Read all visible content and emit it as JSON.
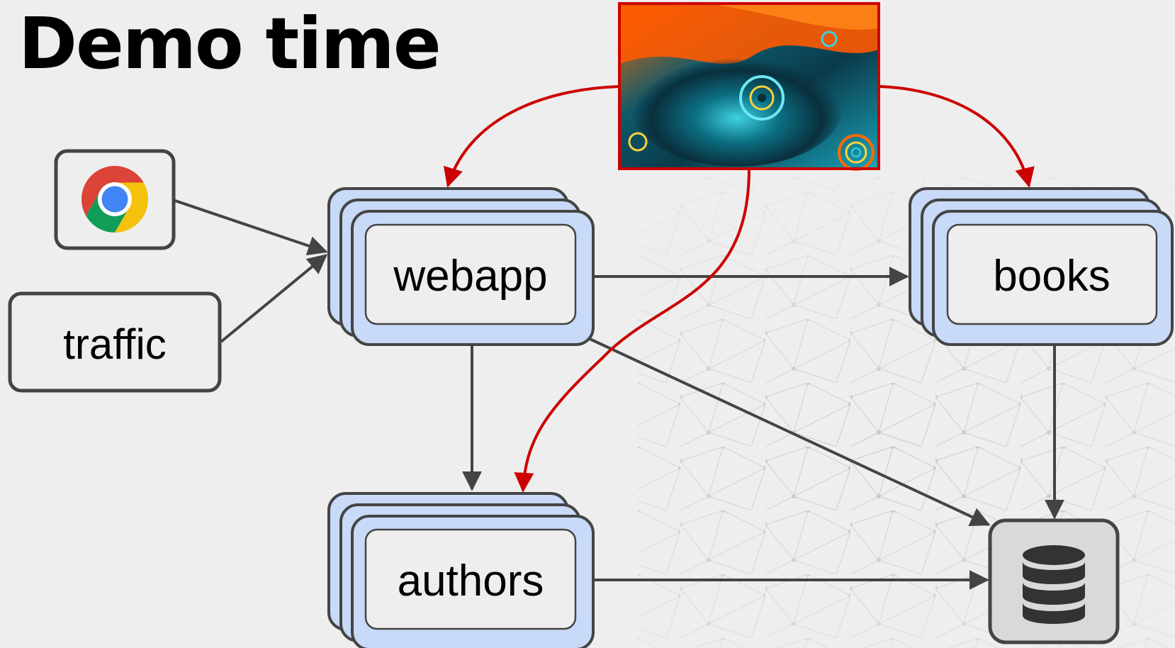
{
  "slide": {
    "title": "Demo time"
  },
  "nodes": {
    "browser": {
      "icon": "chrome-browser-icon"
    },
    "traffic": {
      "label": "traffic"
    },
    "webapp": {
      "label": "webapp",
      "replicas": 3
    },
    "books": {
      "label": "books",
      "replicas": 3
    },
    "authors": {
      "label": "authors",
      "replicas": 3
    },
    "database": {
      "icon": "database-icon"
    },
    "chaos_image": {
      "icon": "fractal-image"
    }
  },
  "edges": [
    {
      "from": "browser",
      "to": "webapp",
      "style": "dark"
    },
    {
      "from": "traffic",
      "to": "webapp",
      "style": "dark"
    },
    {
      "from": "webapp",
      "to": "books",
      "style": "dark"
    },
    {
      "from": "webapp",
      "to": "authors",
      "style": "dark"
    },
    {
      "from": "webapp",
      "to": "database",
      "style": "dark"
    },
    {
      "from": "books",
      "to": "database",
      "style": "dark"
    },
    {
      "from": "authors",
      "to": "database",
      "style": "dark"
    },
    {
      "from": "chaos_image",
      "to": "webapp",
      "style": "red"
    },
    {
      "from": "chaos_image",
      "to": "books",
      "style": "red"
    },
    {
      "from": "chaos_image",
      "to": "authors",
      "style": "red"
    }
  ],
  "colors": {
    "background": "#eeeeee",
    "node_fill": "#eeeeee",
    "node_stroke": "#444444",
    "replica_fill": "#c9daf8",
    "edge_dark": "#444444",
    "edge_red": "#cc0000",
    "db_fill": "#d9d9d9",
    "chrome_red": "#db4437",
    "chrome_yellow": "#f4c20d",
    "chrome_green": "#0f9d58",
    "chrome_blue": "#4285f4"
  }
}
